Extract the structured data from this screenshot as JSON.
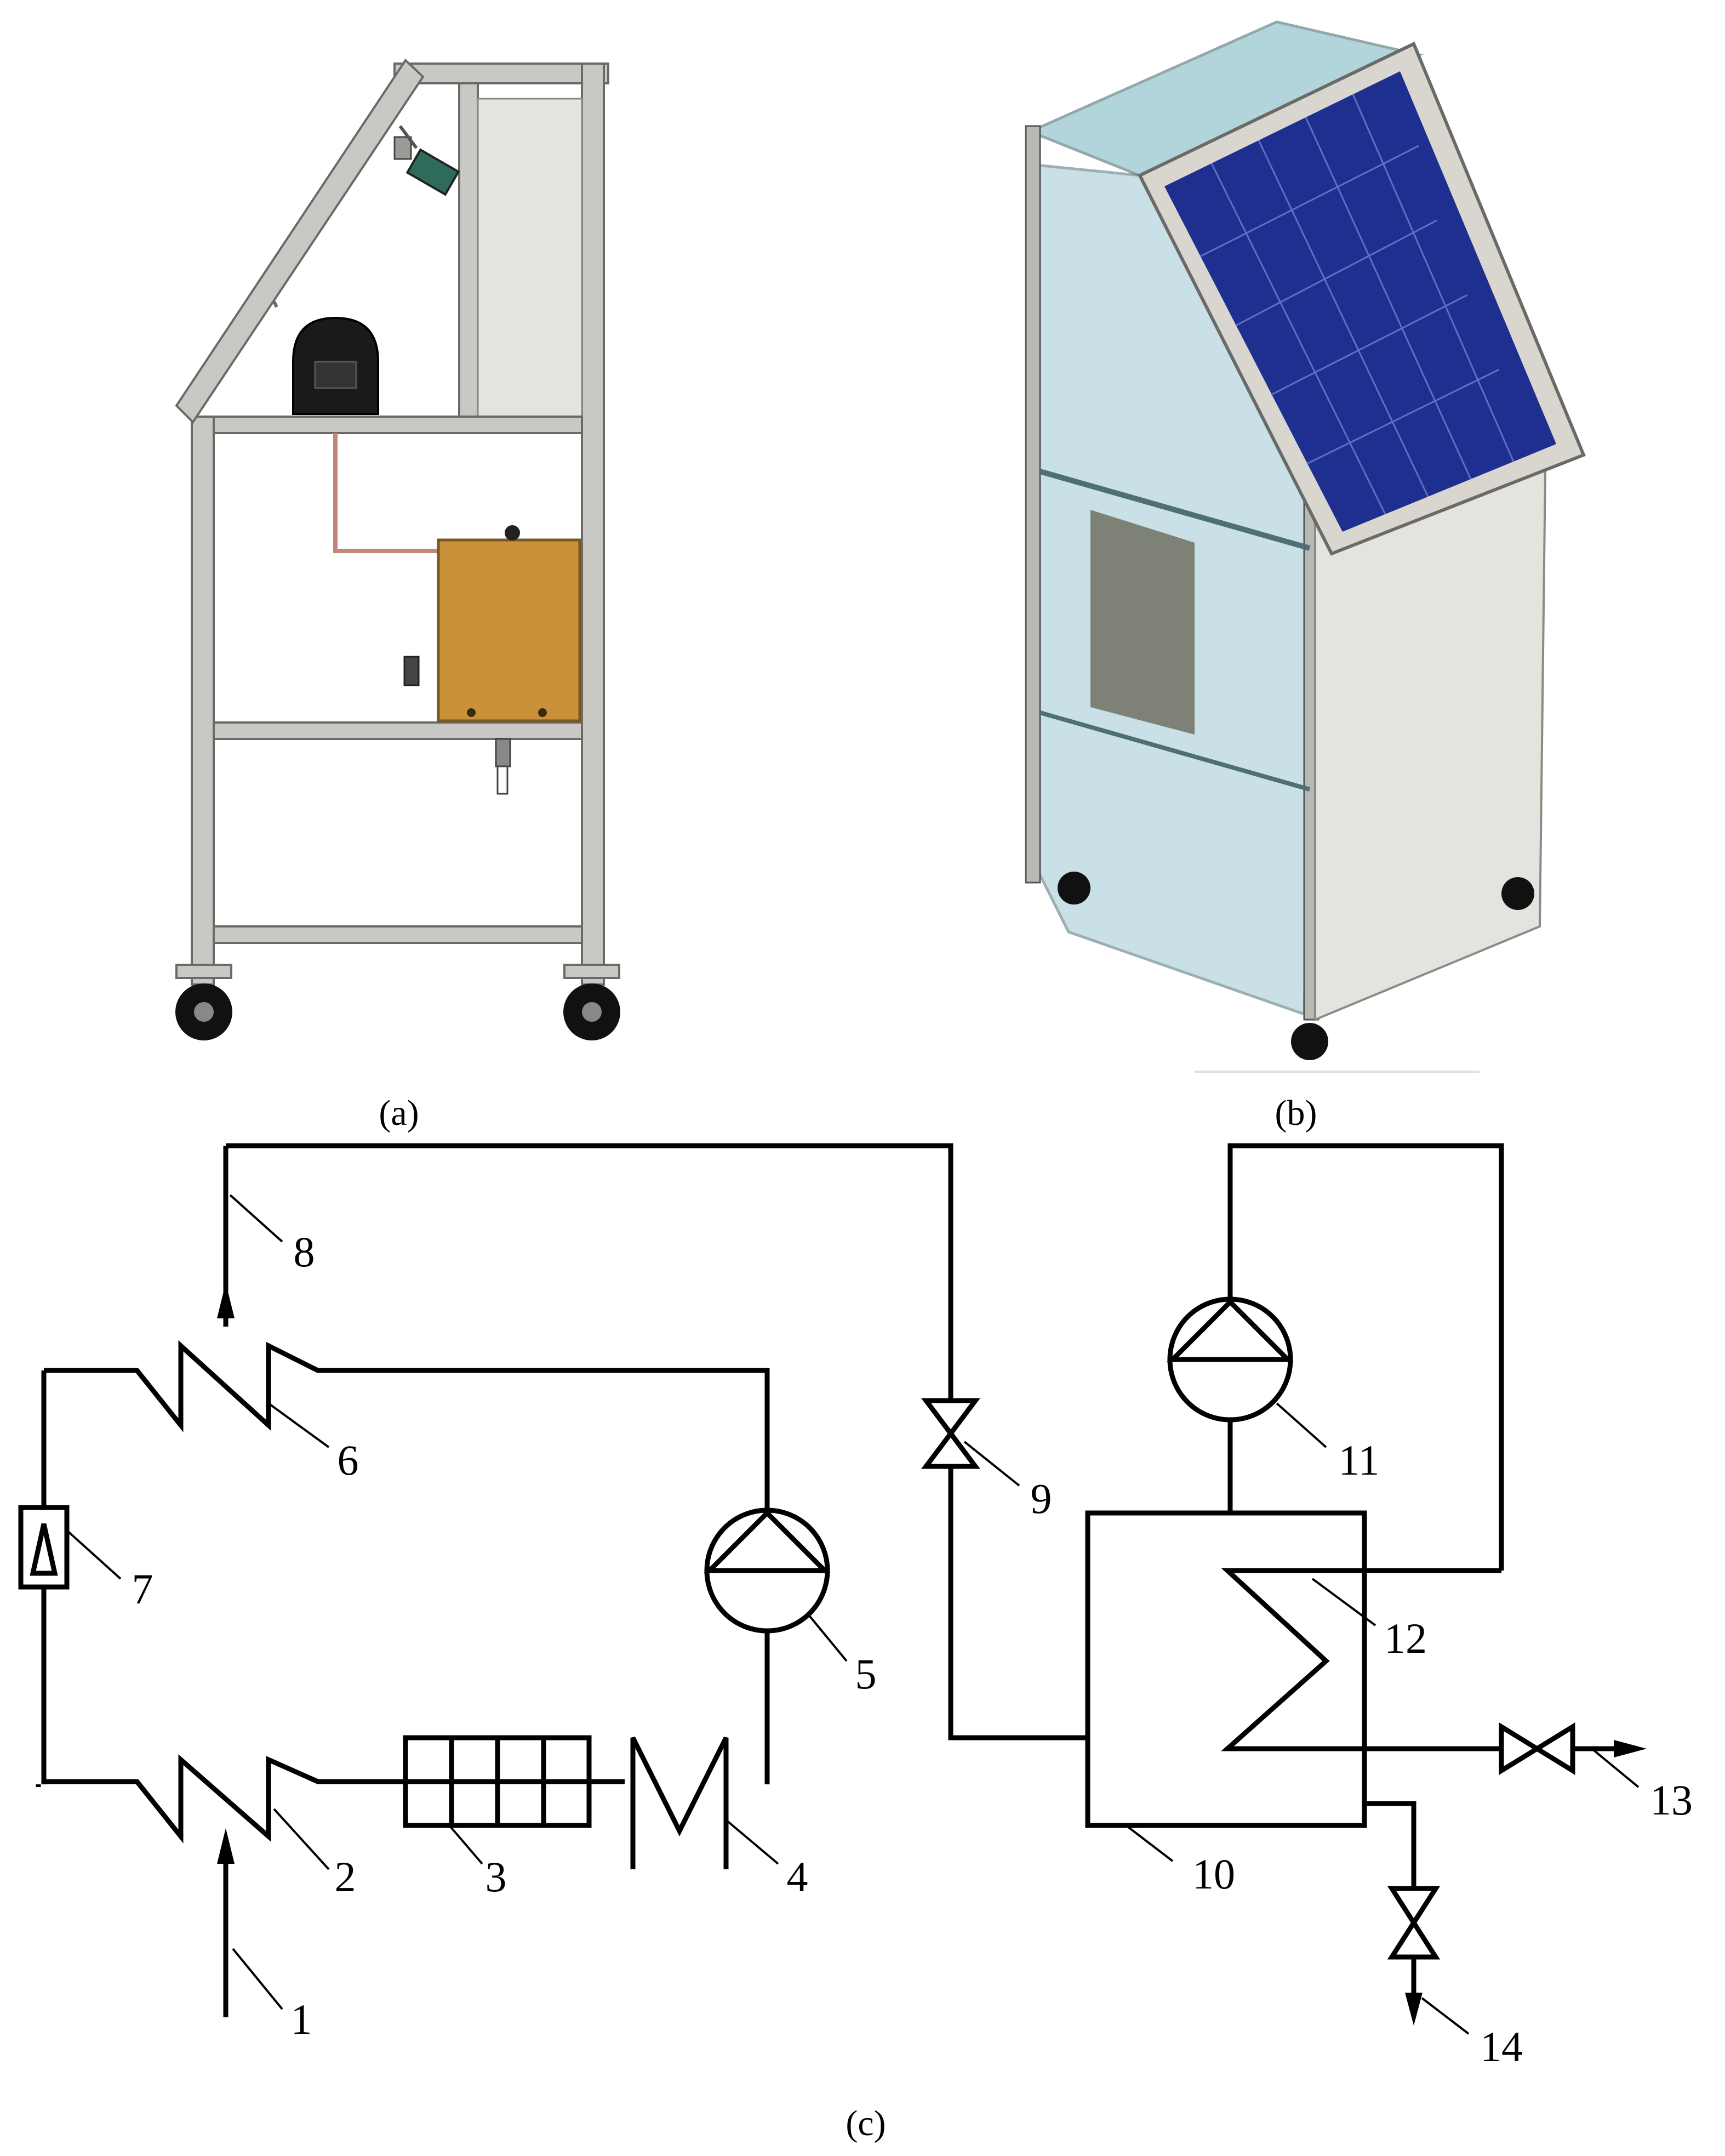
{
  "captions": {
    "a": "(a)",
    "b": "(b)",
    "c": "(c)"
  },
  "labels": [
    "1",
    "2",
    "3",
    "4",
    "5",
    "6",
    "7",
    "8",
    "9",
    "10",
    "11",
    "12",
    "13",
    "14"
  ],
  "colors": {
    "frame": "#c8c8c4",
    "frame_edge": "#6a6a66",
    "tank": "#c9913a",
    "solar_panel": "#1f2f8f",
    "glass": "#9cc8d2",
    "side_panel": "#e4e3de",
    "helmet": "#1a1a1a",
    "line": "#000000"
  }
}
